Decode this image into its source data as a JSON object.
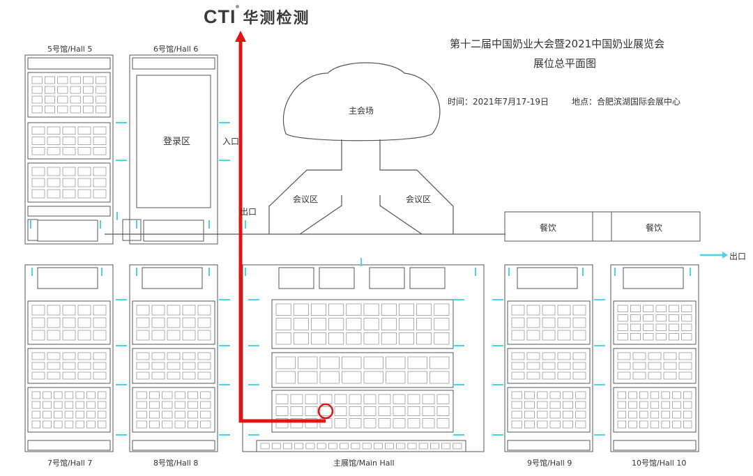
{
  "brand": {
    "logo_text": "CTI",
    "logo_cn": "华测检测"
  },
  "title": {
    "line1": "第十二届中国奶业大会暨2021中国奶业展览会",
    "line2": "展位总平面图"
  },
  "event": {
    "time": "时间：2021年7月17-19日",
    "location": "地点：合肥滨湖国际会展中心"
  },
  "halls": {
    "hall5": "5号馆/Hall 5",
    "hall6": "6号馆/Hall 6",
    "hall7": "7号馆/Hall 7",
    "hall8": "8号馆/Hall 8",
    "main": "主展馆/Main Hall",
    "hall9": "9号馆/Hall 9",
    "hall10": "10号馆/Hall 10"
  },
  "areas": {
    "main_venue": "主会场",
    "meeting_left": "会议区",
    "meeting_right": "会议区",
    "registration": "登录区",
    "entrance": "入口",
    "exit_center": "出口",
    "exit_right": "出口",
    "dining_left": "餐饮",
    "dining_right": "餐饮"
  },
  "route": {
    "color": "#e31414",
    "highlight_color": "#e31414"
  },
  "colors": {
    "arrow": "#4fd3e6",
    "line": "#555555"
  }
}
